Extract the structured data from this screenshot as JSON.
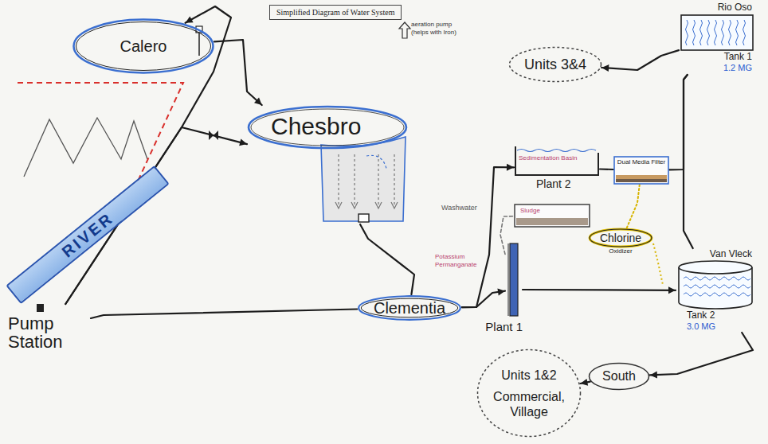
{
  "diagram": {
    "title": "Simplified Diagram of Water System",
    "nodes": [
      {
        "text": [
          "Calero"
        ]
      },
      {
        "text": [
          "Chesbro"
        ]
      },
      {
        "text": [
          "RIVER"
        ]
      },
      {
        "text": [
          "Pump Station"
        ]
      },
      {
        "text": [
          "Clementia"
        ]
      },
      {
        "text": [
          "Sedimentation Basin",
          "Plant 2"
        ]
      },
      {
        "text": [
          "Dual Media Filter"
        ]
      },
      {
        "text": [
          "Sludge"
        ]
      },
      {
        "text": [
          "Chlorine",
          "Oxidizer"
        ]
      },
      {
        "text": [
          "Plant 1"
        ]
      },
      {
        "text": [
          "Rio Oso",
          "Tank 1",
          "1.2 MG"
        ]
      },
      {
        "text": [
          "Units 3&4"
        ]
      },
      {
        "text": [
          "Van Vleck",
          "Tank 2",
          "3.0 MG"
        ]
      },
      {
        "text": [
          "South"
        ]
      },
      {
        "text": [
          "Units 1&2",
          "Commercial, Village"
        ]
      }
    ],
    "edges": [
      {
        "from": 3,
        "to": 0,
        "arrow": "to"
      },
      {
        "from": 0,
        "to": 1,
        "arrow": "to"
      },
      {
        "from": 3,
        "to": 1,
        "arrow": "to"
      },
      {
        "from": 3,
        "to": 4,
        "arrow": "none"
      },
      {
        "from": 1,
        "to": 4,
        "arrow": "none"
      },
      {
        "from": 4,
        "to": 9,
        "arrow": "to"
      },
      {
        "from": 4,
        "to": 5,
        "arrow": "to"
      },
      {
        "from": 5,
        "to": 6,
        "arrow": "none"
      },
      {
        "from": 9,
        "to": 12,
        "arrow": "to"
      },
      {
        "from": 6,
        "to": 10,
        "arrow": "none"
      },
      {
        "from": 10,
        "to": 12,
        "arrow": "none"
      },
      {
        "from": 10,
        "to": 11,
        "arrow": "to"
      },
      {
        "from": 12,
        "to": 13,
        "arrow": "to"
      },
      {
        "from": 13,
        "to": 14,
        "arrow": "to"
      },
      {
        "from": 9,
        "to": 7,
        "arrow": "none"
      },
      {
        "from": 8,
        "to": 6,
        "arrow": "none"
      }
    ],
    "labels": [
      "aeration pump (helps with Iron)",
      "Washwater",
      "Potassium Permanganate"
    ]
  }
}
